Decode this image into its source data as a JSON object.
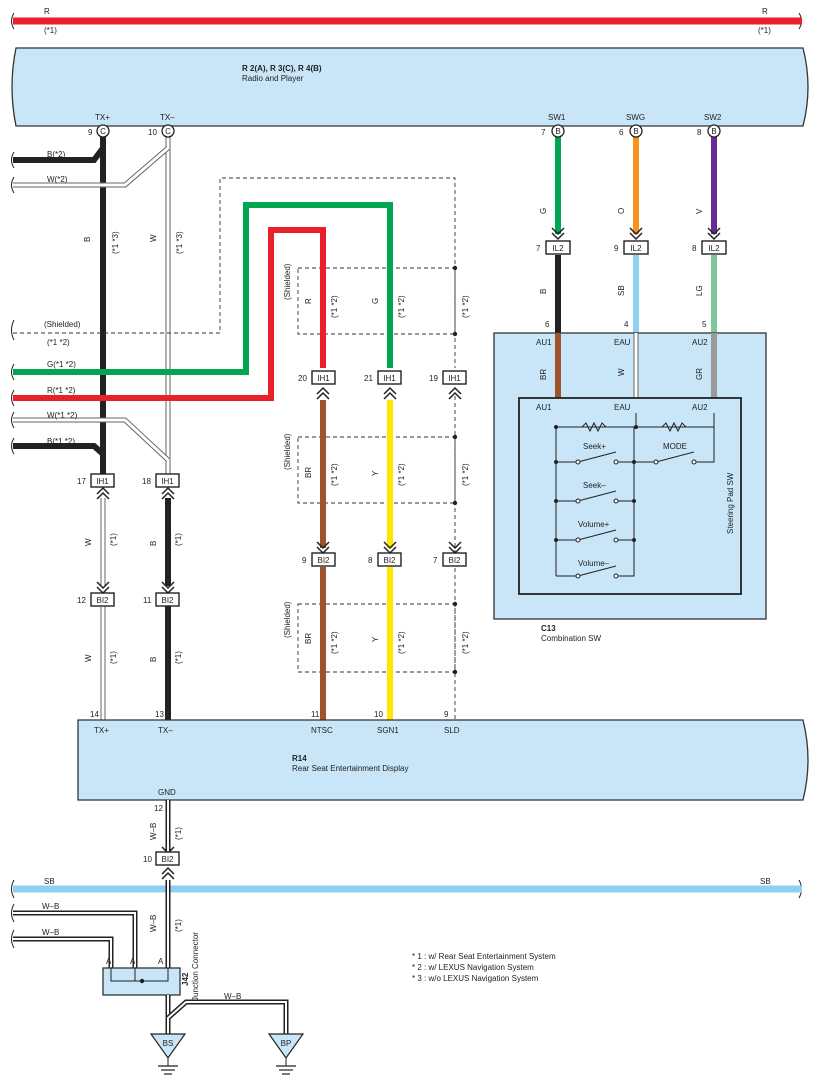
{
  "colors": {
    "red": "#e8202a",
    "green": "#00a651",
    "black": "#222222",
    "white_wire": "#ffffff",
    "brown": "#a0522d",
    "yellow": "#ffe600",
    "orange": "#f7941d",
    "violet": "#662d91",
    "sky_blue": "#8fd0f0",
    "light_green": "#7ec99a",
    "gray": "#9a9a9a",
    "component_fill": "#c8e6f7"
  },
  "top_bus": {
    "left_label": "R",
    "left_note": "(*1)",
    "right_label": "R",
    "right_note": "(*1)"
  },
  "radio": {
    "ref": "R 2(A), R 3(C), R 4(B)",
    "name": "Radio and Player"
  },
  "radio_pins": [
    {
      "name": "TX+",
      "num": "9",
      "conn": "C"
    },
    {
      "name": "TX–",
      "num": "10",
      "conn": "C"
    },
    {
      "name": "SW1",
      "num": "7",
      "conn": "B"
    },
    {
      "name": "SWG",
      "num": "6",
      "conn": "B"
    },
    {
      "name": "SW2",
      "num": "8",
      "conn": "B"
    }
  ],
  "left_wires": [
    {
      "label": "B(*2)"
    },
    {
      "label": "W(*2)"
    },
    {
      "label": "(Shielded)"
    },
    {
      "label": "(*1 *2)"
    },
    {
      "label": "G(*1 *2)"
    },
    {
      "label": "R(*1 *2)"
    },
    {
      "label": "W(*1 *2)"
    },
    {
      "label": "B(*1 *2)"
    }
  ],
  "wire_labels": {
    "tx_plus_upper": "B",
    "tx_plus_upper_note": "(*1 *3)",
    "tx_minus_upper": "W",
    "tx_minus_upper_note": "(*1 *3)",
    "tx_plus_mid": "W",
    "tx_plus_mid_note": "(*1)",
    "tx_minus_mid": "B",
    "tx_minus_mid_note": "(*1)",
    "tx_plus_low": "W",
    "tx_plus_low_note": "(*1)",
    "tx_minus_low": "B",
    "tx_minus_low_note": "(*1)",
    "r_wire": "R",
    "r_note": "(*1 *2)",
    "g_wire": "G",
    "g_note": "(*1 *2)",
    "sld_note_1": "(*1 *2)",
    "br_mid": "BR",
    "br_mid_note": "(*1 *2)",
    "y_mid": "Y",
    "y_mid_note": "(*1 *2)",
    "sld_note_2": "(*1 *2)",
    "br_low": "BR",
    "br_low_note": "(*1 *2)",
    "y_low": "Y",
    "y_low_note": "(*1 *2)",
    "sld_note_3": "(*1 *2)",
    "shielded": "(Shielded)",
    "sw1_upper": "G",
    "swg_upper": "O",
    "sw2_upper": "V",
    "sw1_lower": "B",
    "swg_lower": "SB",
    "sw2_lower": "LG",
    "au1_int": "BR",
    "eau_int": "W",
    "au2_int": "GR",
    "gnd_wire": "W–B",
    "gnd_note": "(*1)",
    "j42_vert": "W–B",
    "j42_vert_note": "(*1)"
  },
  "connectors": {
    "ih1_17": "17",
    "ih1_18": "18",
    "ih1_20": "20",
    "ih1_21": "21",
    "ih1_19": "19",
    "bi2_12": "12",
    "bi2_11": "11",
    "bi2_9": "9",
    "bi2_8": "8",
    "bi2_7": "7",
    "bi2_10": "10",
    "il2_7": "7",
    "il2_9": "9",
    "il2_8": "8",
    "ih1": "IH1",
    "bi2": "BI2",
    "il2": "IL2"
  },
  "combination_sw": {
    "ref": "C13",
    "name": "Combination SW",
    "inner_name": "Steering Pad SW",
    "pin_nums": [
      "6",
      "4",
      "5"
    ],
    "pins": [
      "AU1",
      "EAU",
      "AU2"
    ],
    "switches": [
      "Seek+",
      "MODE",
      "Seek–",
      "Volume+",
      "Volume–"
    ]
  },
  "rse_display": {
    "ref": "R14",
    "name": "Rear Seat Entertainment Display",
    "pins": [
      {
        "num": "14",
        "name": "TX+"
      },
      {
        "num": "13",
        "name": "TX–"
      },
      {
        "num": "11",
        "name": "NTSC"
      },
      {
        "num": "10",
        "name": "SGN1"
      },
      {
        "num": "9",
        "name": "SLD"
      }
    ],
    "gnd_pin": {
      "num": "12",
      "name": "GND"
    }
  },
  "sb_bus": {
    "left_label": "SB",
    "right_label": "SB"
  },
  "ground_wires": [
    {
      "label": "W–B"
    },
    {
      "label": "W–B"
    }
  ],
  "junction": {
    "ref": "J42",
    "name": "Junction Connector",
    "pins": [
      "A",
      "A",
      "A"
    ],
    "out_wire": "W–B"
  },
  "grounds": [
    {
      "label": "BS"
    },
    {
      "label": "BP"
    }
  ],
  "notes": [
    "* 1 : w/ Rear Seat Entertainment System",
    "* 2 : w/ LEXUS Navigation System",
    "* 3 : w/o LEXUS Navigation System"
  ]
}
